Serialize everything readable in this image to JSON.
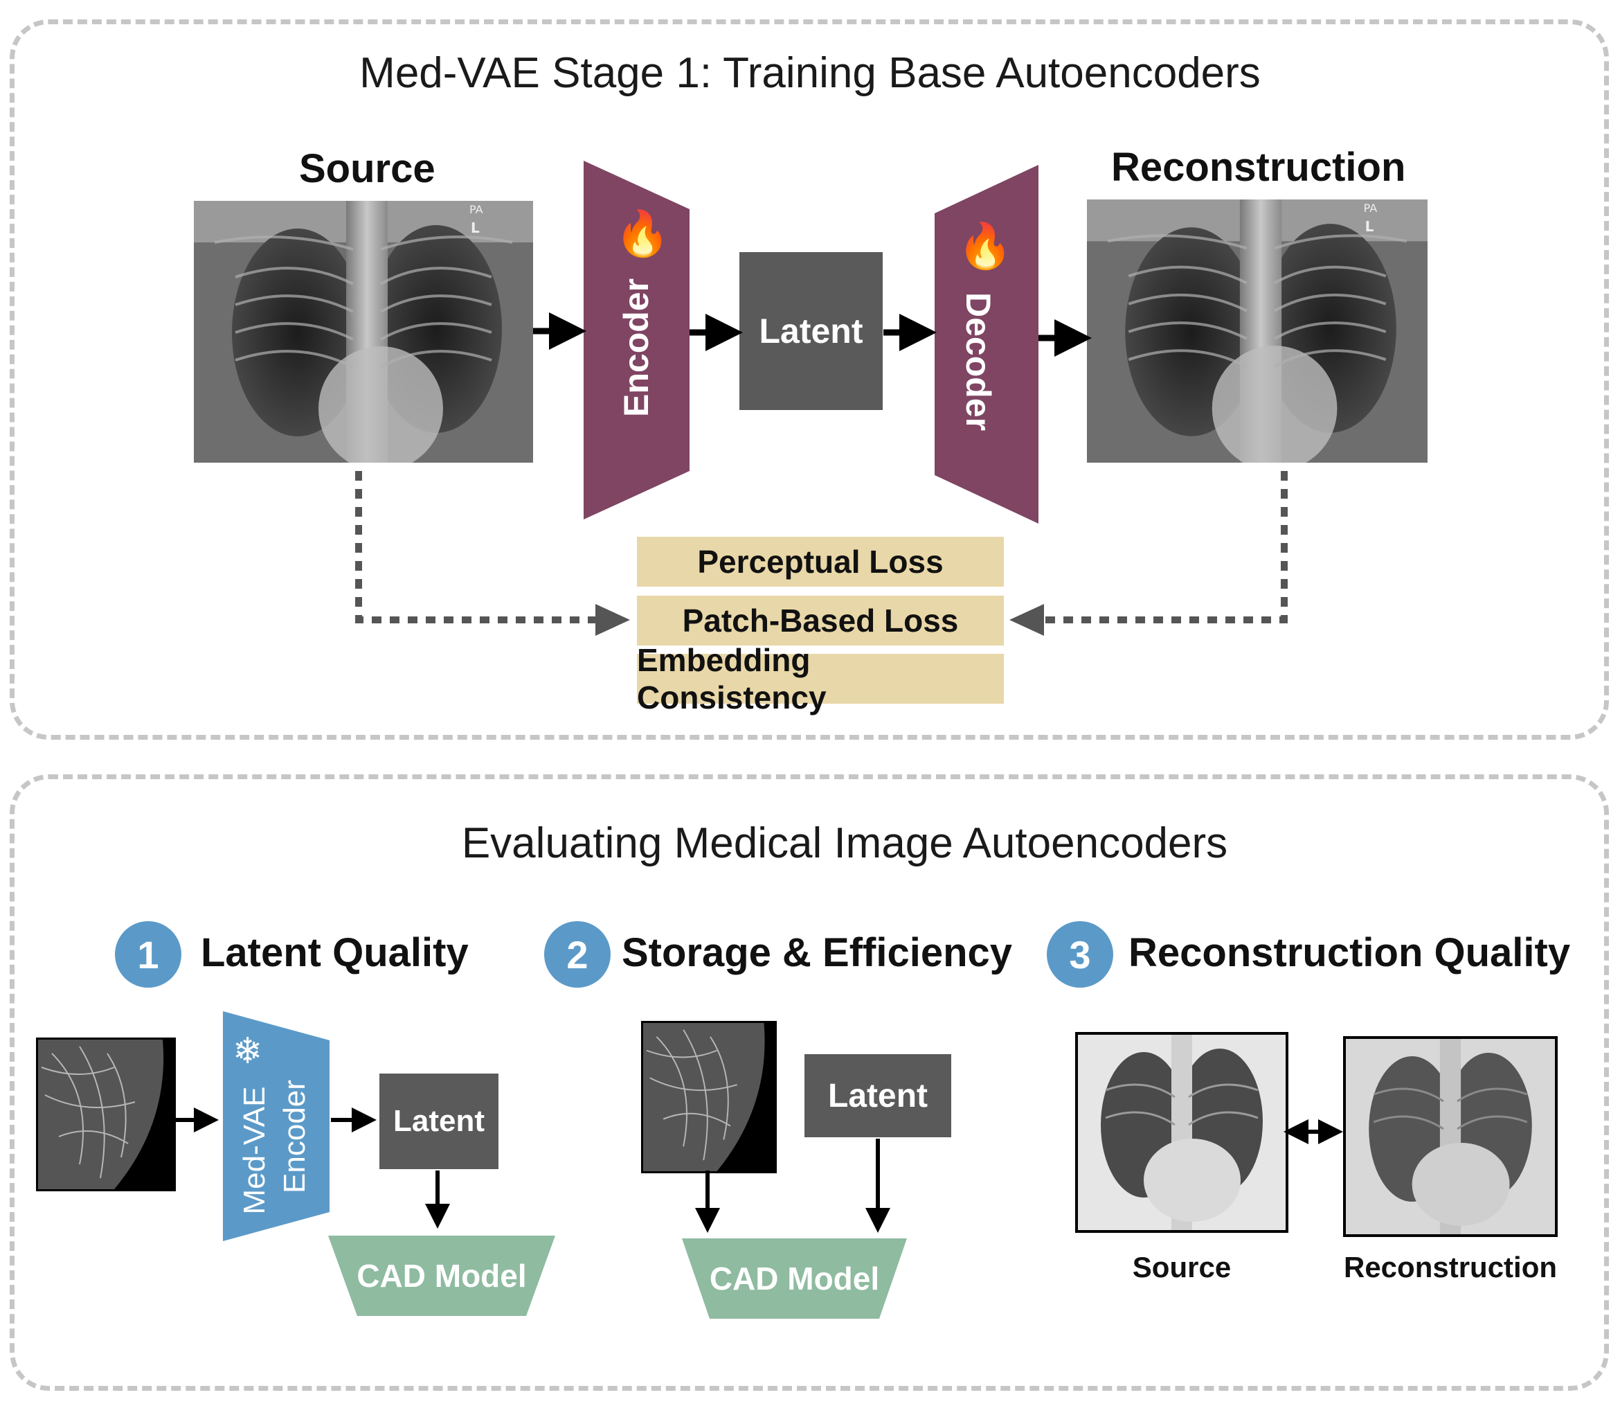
{
  "stage1": {
    "title": "Med-VAE Stage 1: Training Base Autoencoders",
    "source_label": "Source",
    "reconstruction_label": "Reconstruction",
    "xray_marker": "PA",
    "xray_side": "L",
    "encoder_label": "Encoder",
    "decoder_label": "Decoder",
    "latent_label": "Latent",
    "trainable_icon": "fire-icon",
    "losses": [
      "Perceptual Loss",
      "Patch-Based Loss",
      "Embedding Consistency"
    ]
  },
  "evaluation": {
    "title": "Evaluating Medical Image Autoencoders",
    "sections": [
      {
        "number": "1",
        "label": "Latent Quality"
      },
      {
        "number": "2",
        "label": "Storage & Efficiency"
      },
      {
        "number": "3",
        "label": "Reconstruction Quality"
      }
    ],
    "latent_quality": {
      "encoder_label_line1": "Med-VAE",
      "encoder_label_line2": "Encoder",
      "frozen_icon": "snowflake-icon",
      "latent_label": "Latent",
      "cad_label": "CAD Model"
    },
    "storage": {
      "latent_label": "Latent",
      "cad_label": "CAD Model"
    },
    "reconstruction": {
      "source_caption": "Source",
      "reconstruction_caption": "Reconstruction"
    }
  },
  "colors": {
    "encoder_decoder": "#7f4563",
    "latent_box": "#5a5a5a",
    "loss_box": "#e8d7a8",
    "medvae_encoder": "#5b9ac8",
    "cad_model": "#8fbba0",
    "number_circle": "#5b9ac8",
    "panel_border": "#c6c6c6"
  }
}
